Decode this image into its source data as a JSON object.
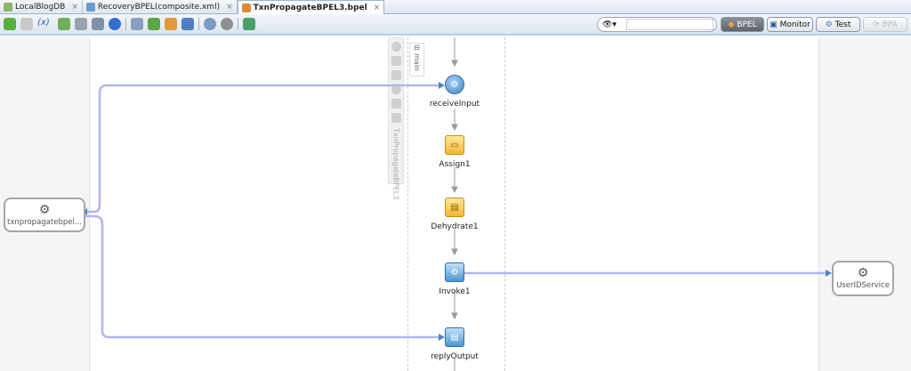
{
  "tabs": [
    {
      "label": "LocalBlogDB",
      "active": false
    },
    {
      "label": "RecoveryBPEL(composite.xml)",
      "active": false
    },
    {
      "label": "TxnPropagateBPEL3.bpel",
      "active": true
    }
  ],
  "toolbar": {
    "search_placeholder": "",
    "views": {
      "bpel": "BPEL",
      "monitor": "Monitor",
      "test": "Test",
      "bpa": "BPA"
    }
  },
  "canvas": {
    "palette_label": "TxnPropagateBPEL3",
    "scope_label": "main",
    "partners": {
      "left": "txnpropagatebpel...",
      "right": "UserIDService"
    },
    "activities": [
      {
        "label": "receiveInput",
        "type": "receive"
      },
      {
        "label": "Assign1",
        "type": "assign"
      },
      {
        "label": "Dehydrate1",
        "type": "dehydrate"
      },
      {
        "label": "Invoke1",
        "type": "invoke"
      },
      {
        "label": "replyOutput",
        "type": "reply"
      }
    ]
  },
  "colors": {
    "link": "#b4b4ee",
    "accent": "#3d87c8"
  }
}
